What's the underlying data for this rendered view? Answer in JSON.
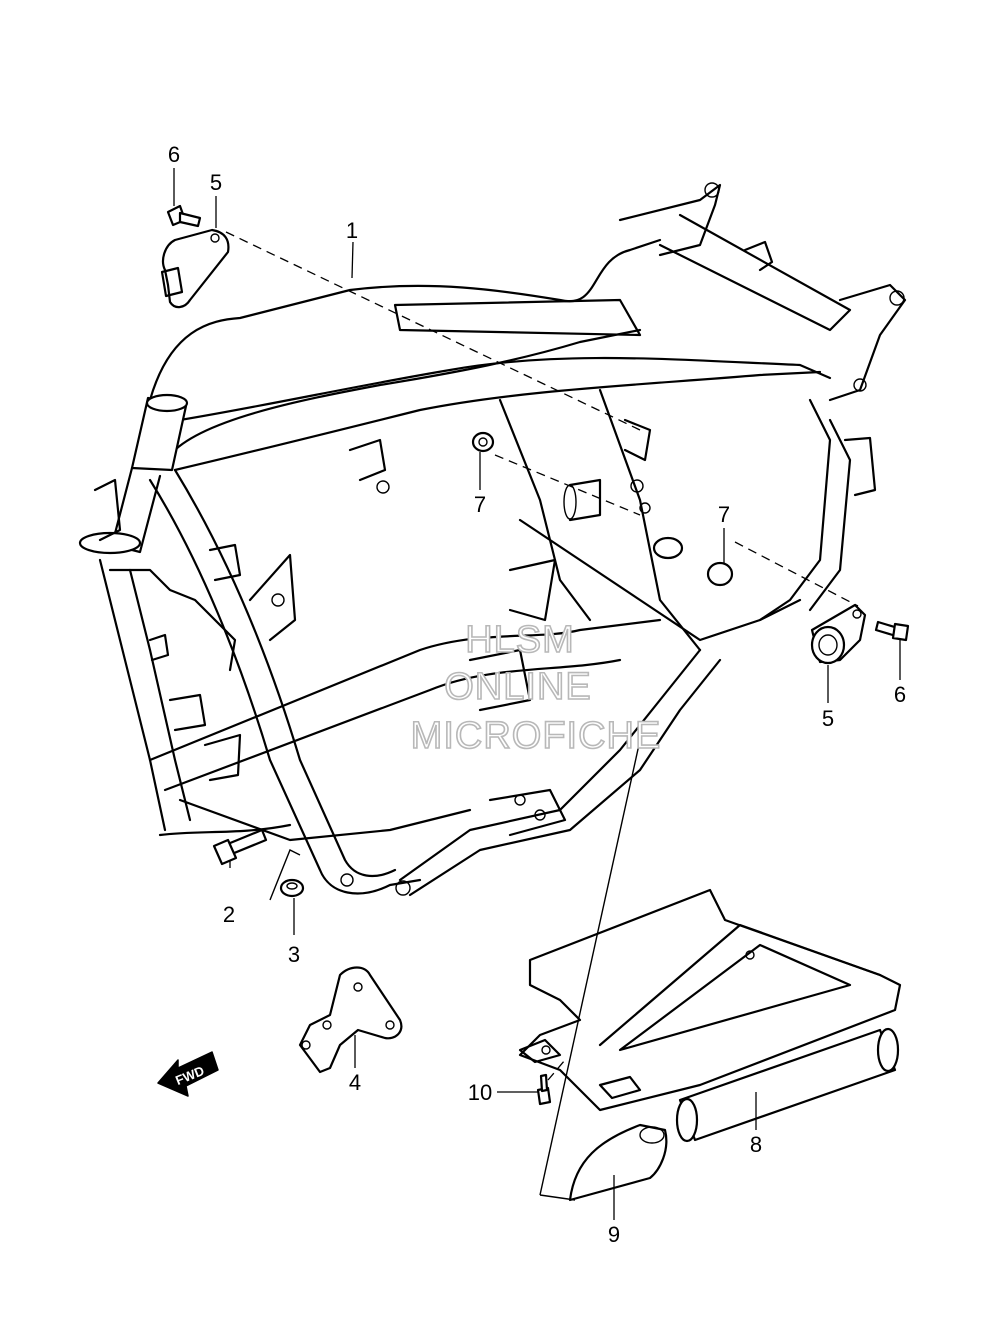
{
  "callouts": {
    "c1": "1",
    "c2": "2",
    "c3": "3",
    "c4": "4",
    "c5a": "5",
    "c5b": "5",
    "c6a": "6",
    "c6b": "6",
    "c7a": "7",
    "c7b": "7",
    "c8": "8",
    "c9": "9",
    "c10": "10"
  },
  "watermark": {
    "line1": "HLSM",
    "line2": "ONLINE",
    "line3": "MICROFICHE"
  },
  "fwd_badge": {
    "label": "FWD",
    "icon": "fwd-arrow-icon"
  }
}
